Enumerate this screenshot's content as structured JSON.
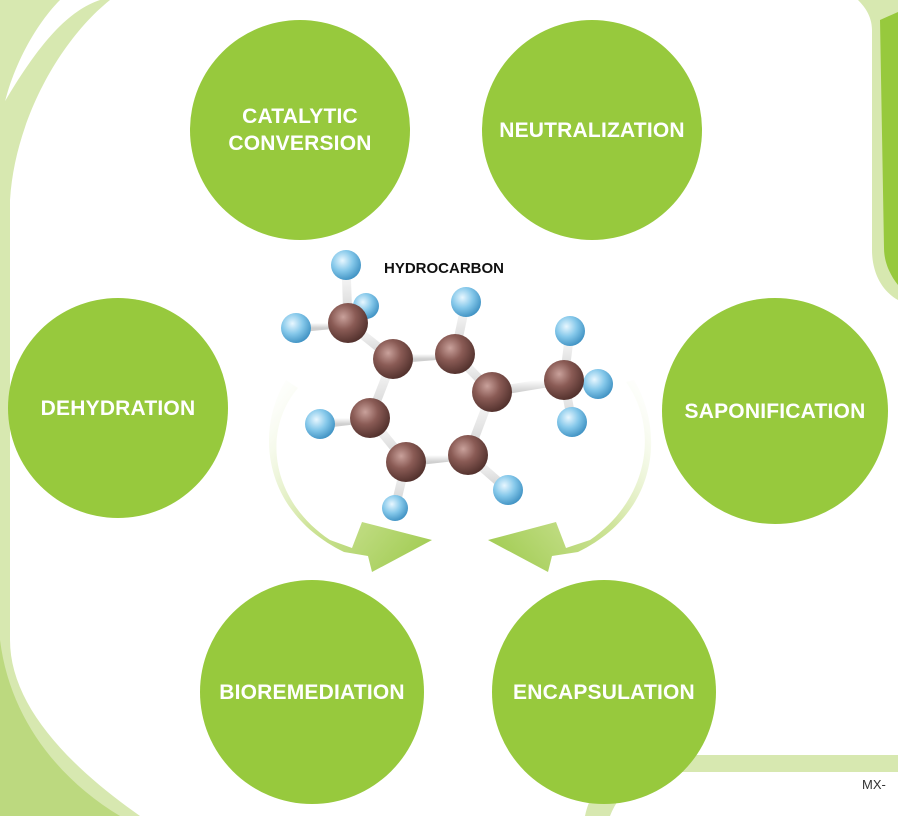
{
  "diagram": {
    "center_label": "HYDROCARBON",
    "methods": [
      {
        "label": "CATALYTIC\nCONVERSION"
      },
      {
        "label": "NEUTRALIZATION"
      },
      {
        "label": "DEHYDRATION"
      },
      {
        "label": "SAPONIFICATION"
      },
      {
        "label": "BIOREMEDIATION"
      },
      {
        "label": "ENCAPSULATION"
      }
    ],
    "corner_code": "MX-"
  },
  "colors": {
    "circle_green": "#97c93d",
    "pale_green": "#d7e8b0",
    "mid_green": "#bcd97f",
    "carbon": "#8a5b55",
    "hydrogen": "#7ec4e6"
  }
}
